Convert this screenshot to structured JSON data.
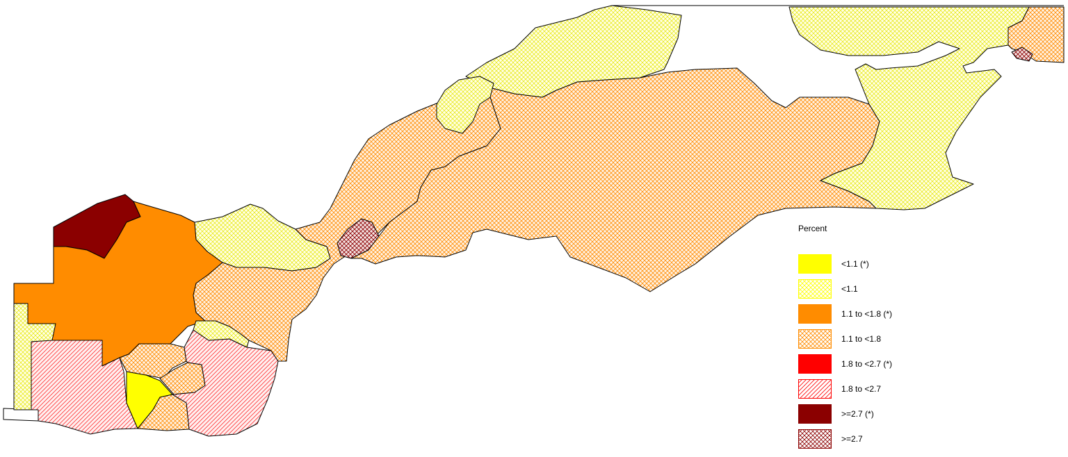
{
  "legend": {
    "title": "Percent",
    "entries": [
      {
        "label": "<1.1 (*)",
        "color": "#FFFF00",
        "pattern": "solid"
      },
      {
        "label": "<1.1",
        "color": "#FFFF00",
        "pattern": "crosshatch"
      },
      {
        "label": "1.1 to <1.8 (*)",
        "color": "#FF8C00",
        "pattern": "solid"
      },
      {
        "label": "1.1 to <1.8",
        "color": "#FF8C00",
        "pattern": "crosshatch"
      },
      {
        "label": "1.8 to <2.7 (*)",
        "color": "#FF0000",
        "pattern": "solid"
      },
      {
        "label": "1.8 to <2.7",
        "color": "#FF0000",
        "pattern": "diagonal"
      },
      {
        "label": ">=2.7 (*)",
        "color": "#8B0000",
        "pattern": "solid"
      },
      {
        "label": ">=2.7",
        "color": "#8B0000",
        "pattern": "crosshatch"
      }
    ]
  }
}
